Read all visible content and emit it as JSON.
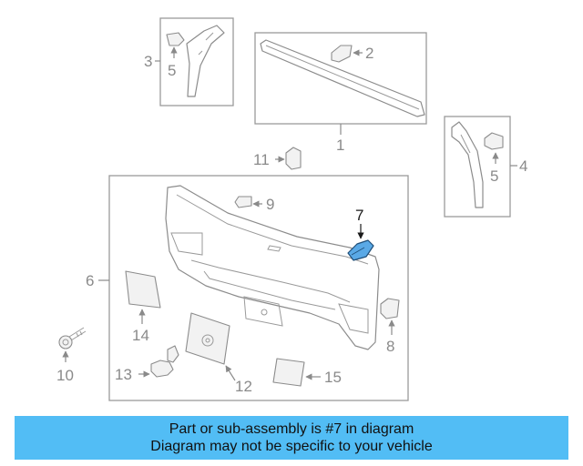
{
  "diagram": {
    "callouts": {
      "c1": "1",
      "c2": "2",
      "c3": "3",
      "c4": "4",
      "c5a": "5",
      "c5b": "5",
      "c6": "6",
      "c7": "7",
      "c8": "8",
      "c9": "9",
      "c10": "10",
      "c11": "11",
      "c12": "12",
      "c13": "13",
      "c14": "14",
      "c15": "15"
    },
    "highlighted_part": "7",
    "highlight_color": "#5aa9e6"
  },
  "banner": {
    "line1": "Part or sub-assembly is #7 in diagram",
    "line2": "Diagram may not be specific to your vehicle",
    "background": "#52bdf5"
  }
}
